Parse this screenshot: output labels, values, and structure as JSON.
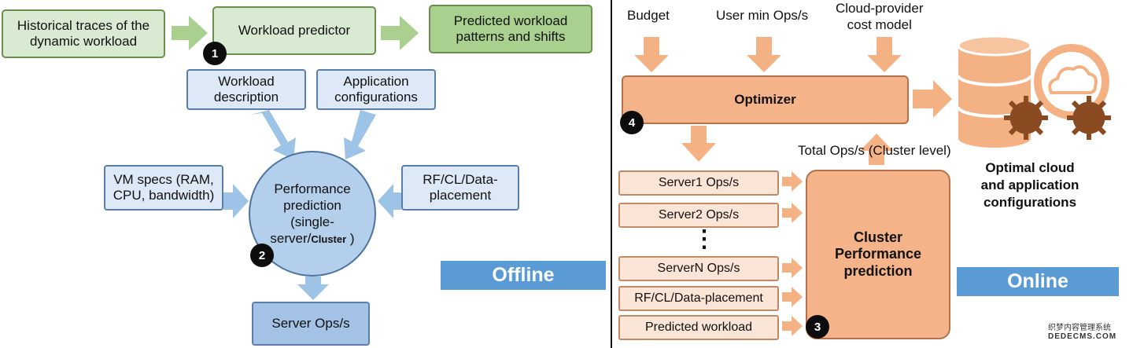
{
  "offline": {
    "historical_traces": "Historical traces of the\ndynamic workload",
    "workload_predictor": "Workload predictor",
    "predicted_patterns": "Predicted workload\npatterns and shifts",
    "workload_description": "Workload\ndescription",
    "application_configurations": "Application\nconfigurations",
    "vm_specs": "VM specs (RAM,\nCPU, bandwidth)",
    "rf_cl": "RF/CL/Data-\nplacement",
    "perf_prediction_line1": "Performance\nprediction\n(single-\nserver/",
    "perf_prediction_cluster": "Cluster",
    "perf_prediction_close": " )",
    "server_ops": "Server Ops/s",
    "banner": "Offline",
    "badge1": "1",
    "badge2": "2"
  },
  "online": {
    "budget": "Budget",
    "user_min_ops": "User min Ops/s",
    "cloud_cost_model": "Cloud-provider\ncost model",
    "optimizer": "Optimizer",
    "total_ops": "Total Ops/s (Cluster level)",
    "server1": "Server1 Ops/s",
    "server2": "Server2 Ops/s",
    "dots": "⋮",
    "serverN": "ServerN Ops/s",
    "rf_cl": "RF/CL/Data-placement",
    "predicted_workload": "Predicted workload",
    "cluster_perf": "Cluster\nPerformance\nprediction",
    "optimal": "Optimal cloud\nand application\nconfigurations",
    "banner": "Online",
    "badge3": "3",
    "badge4": "4"
  },
  "watermark": {
    "line1": "织梦内容管理系统",
    "line2": "DEDECMS.COM"
  },
  "colors": {
    "green_light": "#d9ead3",
    "green_mid": "#a9d08e",
    "blue_light": "#dde9f6",
    "blue_mid": "#a4c2e6",
    "orange_light": "#fbe5d6",
    "orange_main": "#f5b38a",
    "banner_blue": "#5b9bd5",
    "arrow_green": "#a9d08e",
    "arrow_blue": "#9dc3e6",
    "arrow_orange": "#f4b183"
  }
}
